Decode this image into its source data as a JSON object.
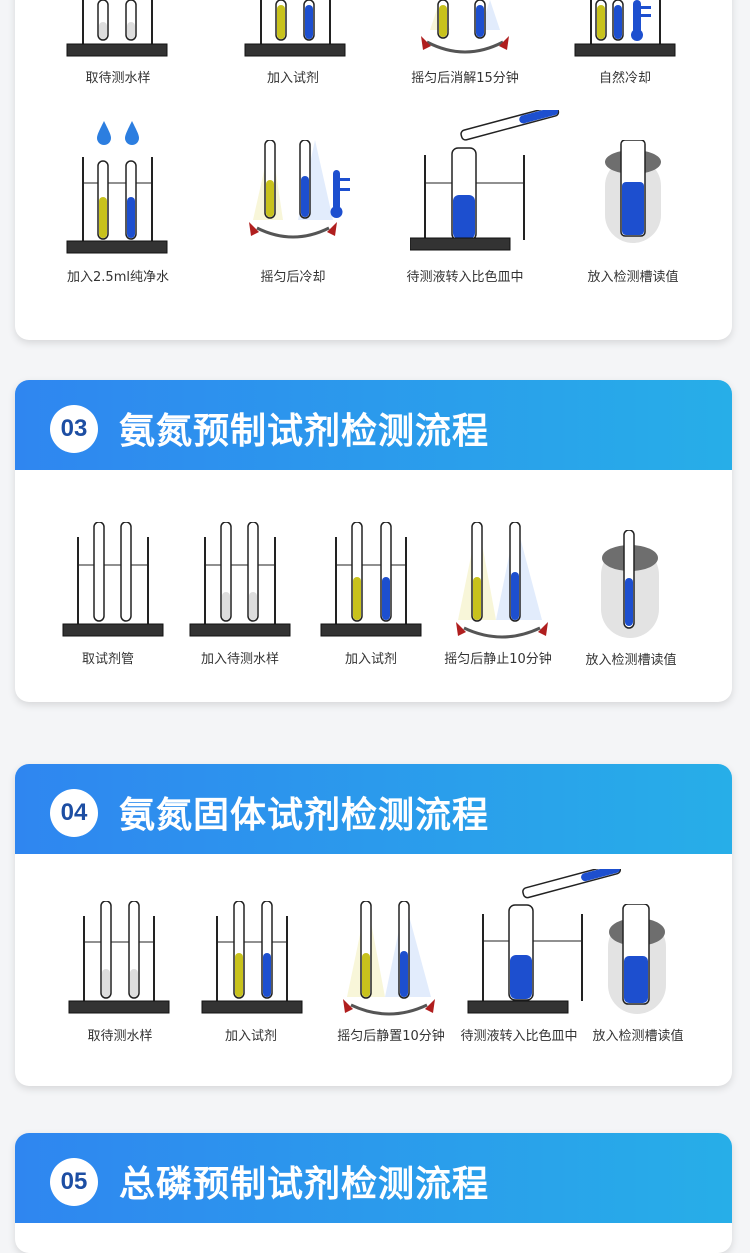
{
  "section_top": {
    "row1_captions": [
      "取待测水样",
      "加入试剂",
      "摇匀后消解15分钟",
      "自然冷却"
    ],
    "row2_captions": [
      "加入2.5ml纯净水",
      "摇匀后冷却",
      "待测液转入比色皿中",
      "放入检测槽读值"
    ]
  },
  "section_03": {
    "number": "03",
    "title": "氨氮预制试剂检测流程",
    "captions": [
      "取试剂管",
      "加入待测水样",
      "加入试剂",
      "摇匀后静止10分钟",
      "放入检测槽读值"
    ]
  },
  "section_04": {
    "number": "04",
    "title": "氨氮固体试剂检测流程",
    "captions": [
      "取待测水样",
      "加入试剂",
      "摇匀后静置10分钟",
      "待测液转入比色皿中",
      "放入检测槽读值"
    ]
  },
  "section_05": {
    "number": "05",
    "title": "总磷预制试剂检测流程"
  },
  "colors": {
    "banner_start": "#2f86f0",
    "banner_end": "#27aee8",
    "yellow_liquid": "#c8c21c",
    "blue_liquid": "#1d4fcf",
    "arrow_red": "#b01e1e"
  },
  "icons": [
    "test-tube-rack-icon",
    "shaking-arrow-icon",
    "thermometer-icon",
    "water-drop-icon",
    "pipette-icon",
    "cuvette-holder-icon"
  ]
}
